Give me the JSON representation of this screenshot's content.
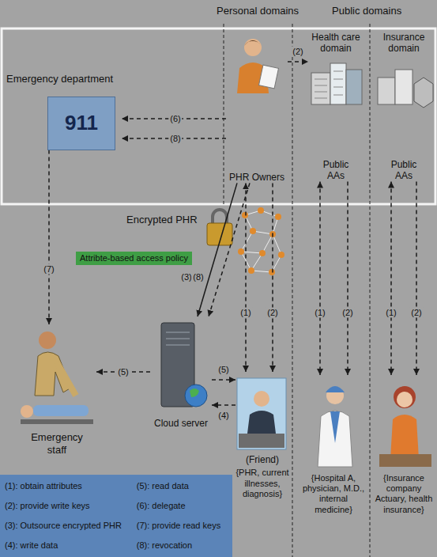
{
  "diagram": {
    "nodes": [
      {
        "text": [
          "Emergency department",
          "911"
        ]
      },
      {
        "text": [
          "PHR Owners"
        ]
      },
      {
        "text": [
          "Health care domain",
          "Public AAs"
        ]
      },
      {
        "text": [
          "Insurance domain",
          "Public AAs"
        ]
      },
      {
        "text": [
          "Encrypted PHR"
        ]
      },
      {
        "text": [
          "Attribte-based access policy"
        ]
      },
      {
        "text": [
          "Emergency staff"
        ]
      },
      {
        "text": [
          "Cloud server"
        ]
      },
      {
        "text": [
          "(Friend)",
          "{PHR, current illnesses, diagnosis}"
        ]
      },
      {
        "text": [
          "{Hospital A, physician, M.D., internal medicine}"
        ]
      },
      {
        "text": [
          "{Insurance company Actuary, health insurance}"
        ]
      },
      {
        "text": [
          "(1): obtain attributes",
          "(2): provide write keys",
          "(3): Outsource encrypted PHR",
          "(4): write data",
          "(5): read data",
          "(6): delegate",
          "(7): provide read keys",
          "(8): revocation"
        ]
      }
    ],
    "edges": [
      {
        "from": 1,
        "to": 2,
        "label": "(2)",
        "arrow": "to"
      },
      {
        "from": 1,
        "to": 0,
        "label": "(6)",
        "arrow": "to"
      },
      {
        "from": 1,
        "to": 0,
        "label": "(8)",
        "arrow": "to"
      },
      {
        "from": 0,
        "to": 6,
        "label": "(7)",
        "arrow": "to"
      },
      {
        "from": 1,
        "to": 7,
        "label": "(3)",
        "arrow": "to"
      },
      {
        "from": 1,
        "to": 7,
        "label": "(8)",
        "arrow": "to"
      },
      {
        "from": 7,
        "to": 6,
        "label": "(5)",
        "arrow": "to"
      },
      {
        "from": 7,
        "to": 8,
        "label": "(5)",
        "arrow": "to"
      },
      {
        "from": 8,
        "to": 7,
        "label": "(4)",
        "arrow": "to"
      },
      {
        "from": 1,
        "to": 8,
        "label": "(1)",
        "arrow": "both"
      },
      {
        "from": 1,
        "to": 8,
        "label": "(2)",
        "arrow": "to"
      },
      {
        "from": 2,
        "to": 9,
        "label": "(1)",
        "arrow": "both"
      },
      {
        "from": 2,
        "to": 9,
        "label": "(2)",
        "arrow": "to"
      },
      {
        "from": 3,
        "to": 10,
        "label": "(1)",
        "arrow": "both"
      },
      {
        "from": 3,
        "to": 10,
        "label": "(2)",
        "arrow": "to"
      }
    ],
    "labels": [
      "Personal domains",
      "Public domains"
    ]
  }
}
